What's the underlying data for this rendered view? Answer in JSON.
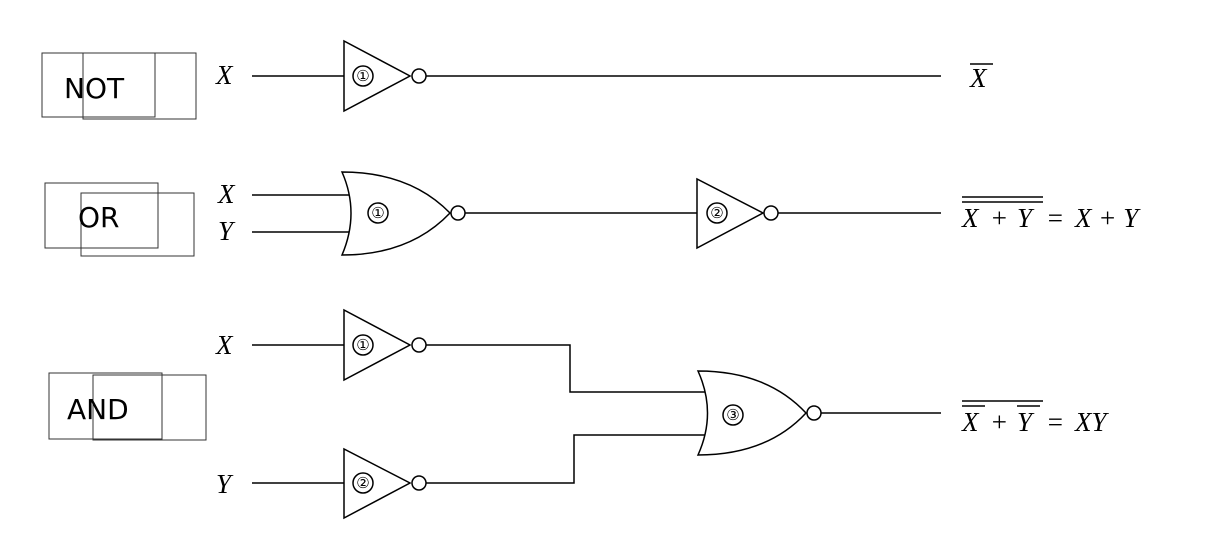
{
  "sections": {
    "not": {
      "label": "NOT",
      "input": "X",
      "gate": "①",
      "output_var": "X"
    },
    "or": {
      "label": "OR",
      "input_x": "X",
      "input_y": "Y",
      "gate_nor": "①",
      "gate_not": "②",
      "output_lhs_a": "X",
      "output_lhs_op": "+",
      "output_lhs_b": "Y",
      "output_eq": "=",
      "output_rhs": "X + Y"
    },
    "and": {
      "label": "AND",
      "input_x": "X",
      "input_y": "Y",
      "gate_not_x": "①",
      "gate_not_y": "②",
      "gate_nor": "③",
      "output_lhs_a": "X",
      "output_lhs_op": "+",
      "output_lhs_b": "Y",
      "output_eq": "=",
      "output_rhs": "XY"
    }
  }
}
